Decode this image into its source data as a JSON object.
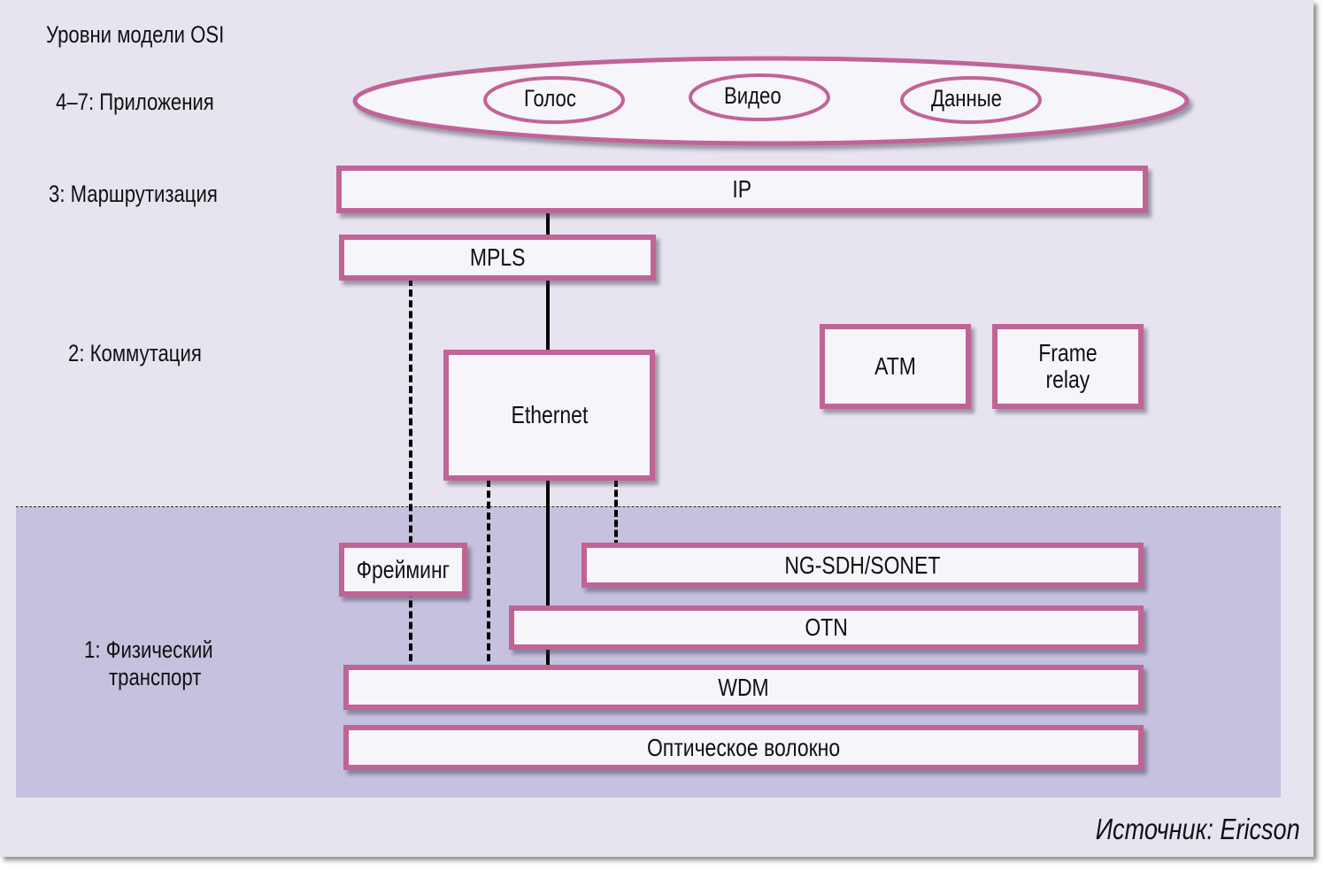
{
  "title": "Уровни модели OSI",
  "levels": {
    "apps": "4–7: Приложения",
    "routing": "3: Маршрутизация",
    "switching": "2: Коммутация",
    "physical_line1": "1: Физический",
    "physical_line2": "транспорт"
  },
  "applications": {
    "voice": "Голос",
    "video": "Видео",
    "data": "Данные"
  },
  "protocols": {
    "ip": "IP",
    "mpls": "MPLS",
    "ethernet": "Ethernet",
    "atm": "ATM",
    "frame_relay_line1": "Frame",
    "frame_relay_line2": "relay",
    "framing": "Фрейминг",
    "ngsdh": "NG-SDH/SONET",
    "otn": "OTN",
    "wdm": "WDM",
    "fiber": "Оптическое волокно"
  },
  "source": "Источник: Ericson",
  "colors": {
    "background": "#e7e4ef",
    "physical_zone": "#c6c1de",
    "box_border": "#c06496",
    "box_fill": "#f6f5fa"
  }
}
